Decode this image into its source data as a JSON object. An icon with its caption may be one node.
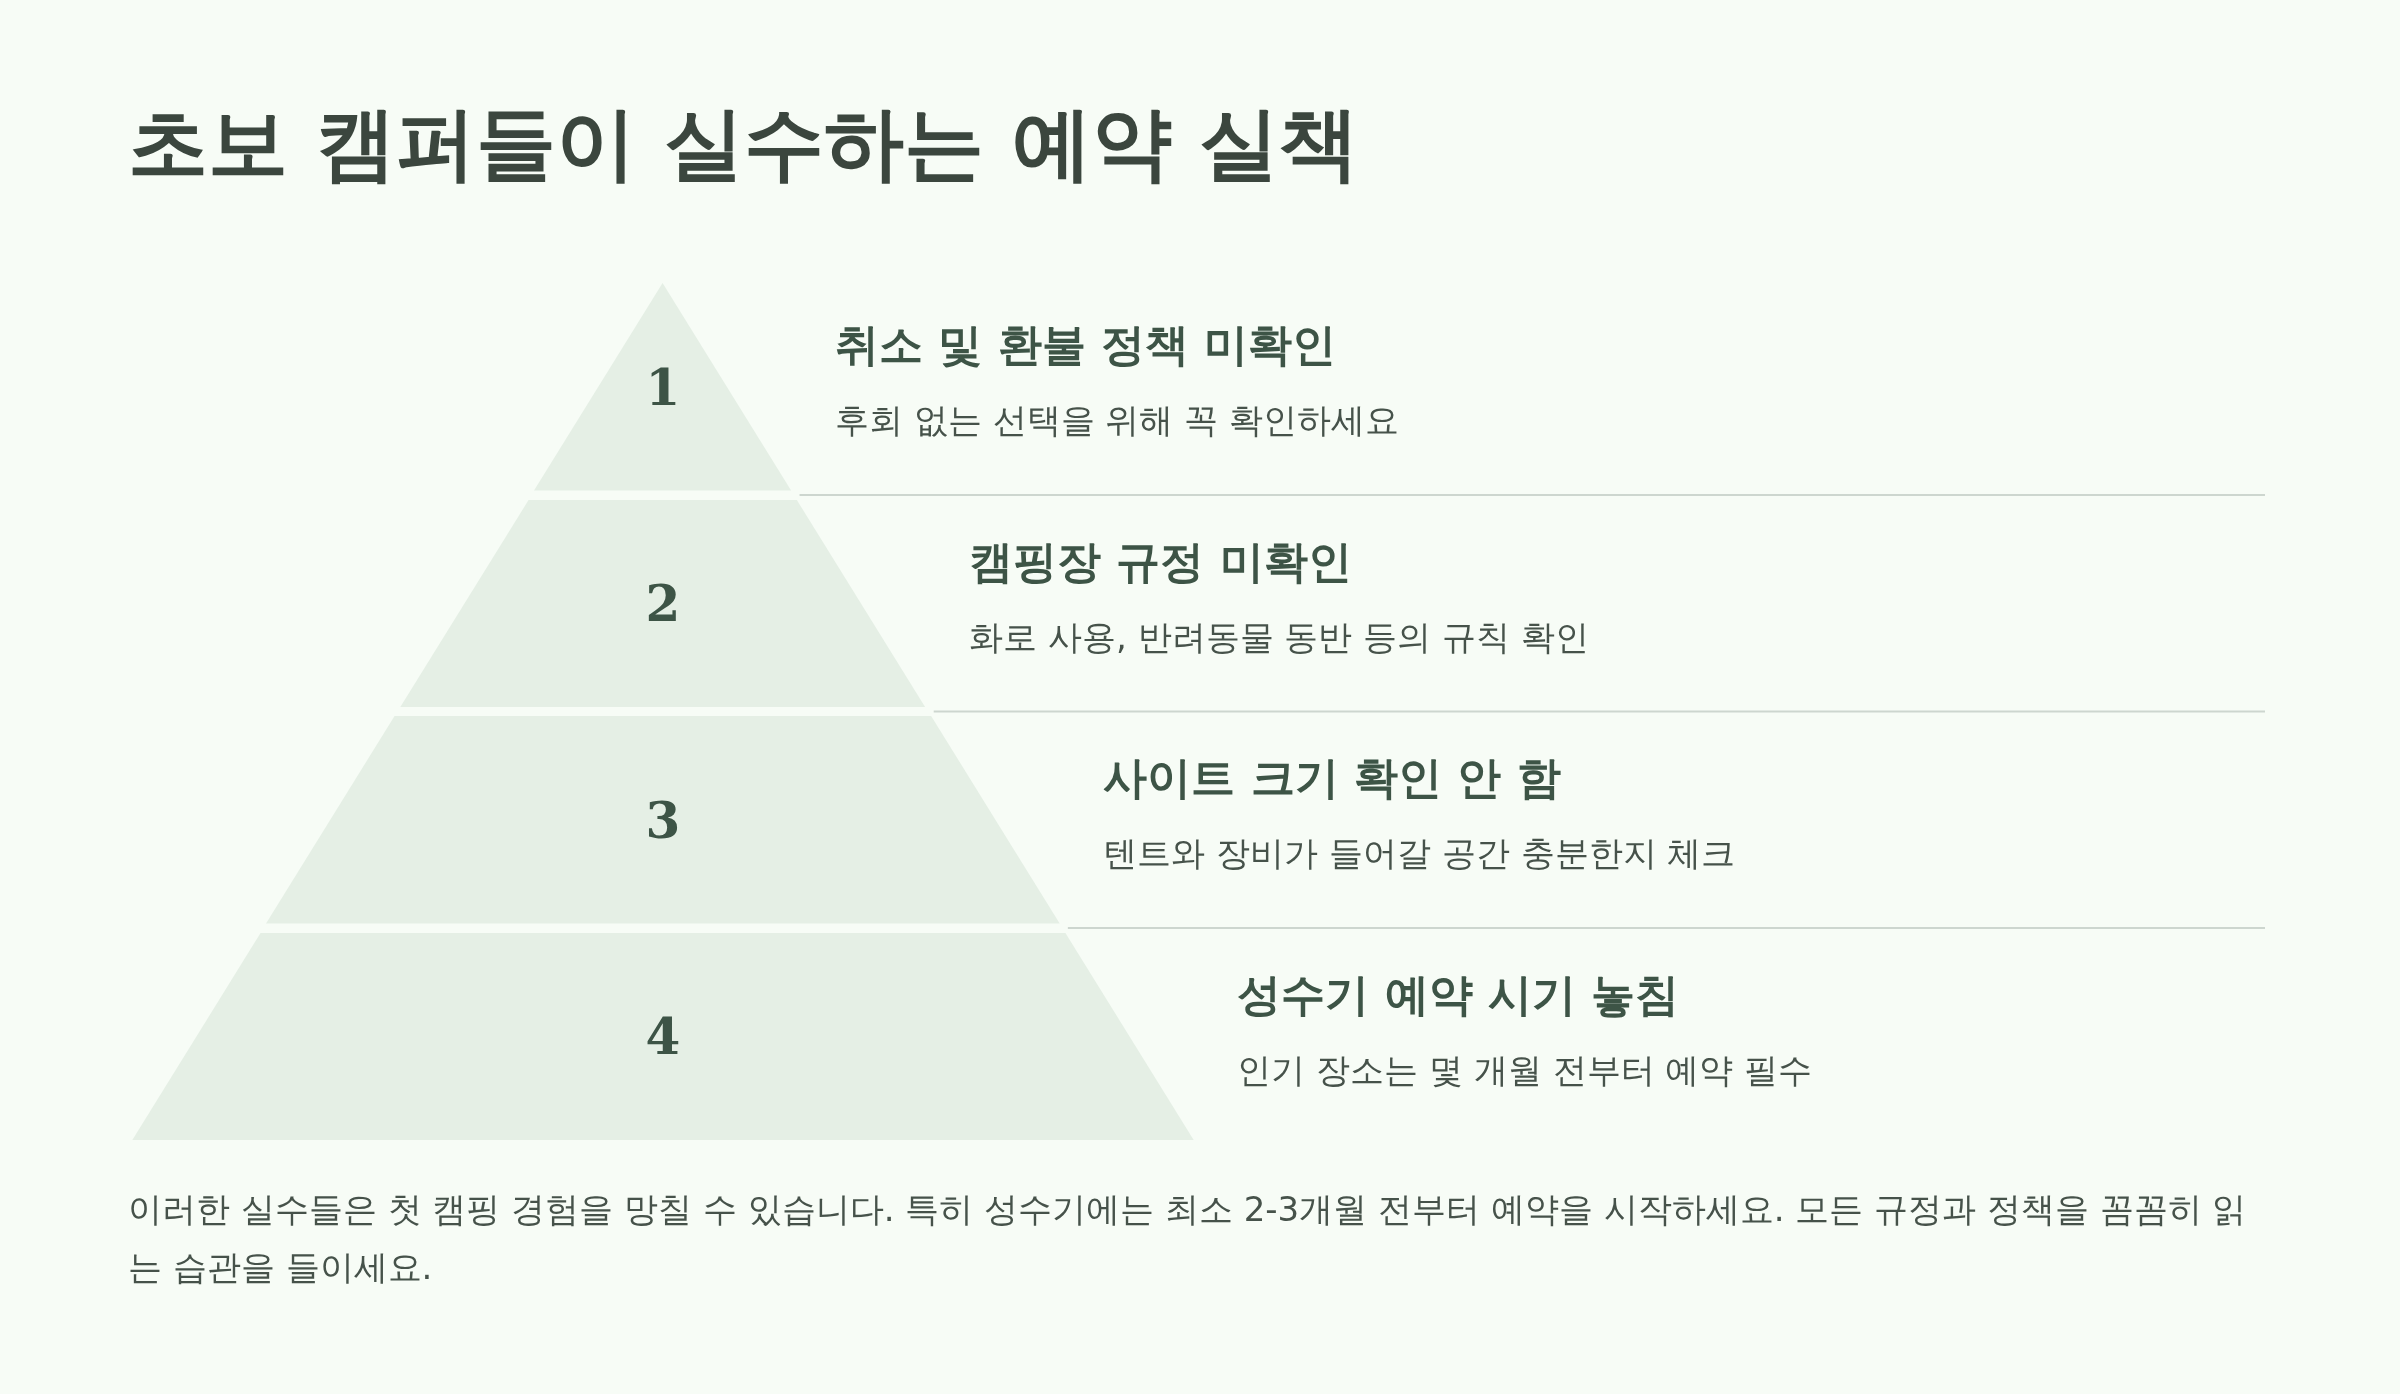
{
  "diagram": {
    "title": "초보 캠퍼들이 실수하는 예약 실책",
    "nodes": [
      {
        "text": [
          "1"
        ],
        "beside": [
          "취소 및 환불 정책 미확인",
          "후회 없는 선택을 위해 꼭 확인하세요"
        ]
      },
      {
        "text": [
          "2"
        ],
        "beside": [
          "캠핑장 규정 미확인",
          "화로 사용, 반려동물 동반 등의 규칙 확인"
        ]
      },
      {
        "text": [
          "3"
        ],
        "beside": [
          "사이트 크기 확인 안 함",
          "텐트와 장비가 들어갈 공간 충분한지 체크"
        ]
      },
      {
        "text": [
          "4"
        ],
        "beside": [
          "성수기 예약 시기 놓침",
          "인기 장소는 몇 개월 전부터 예약 필수"
        ]
      }
    ],
    "caption": "이러한 실수들은 첫 캠핑 경험을 망칠 수 있습니다. 특히 성수기에는 최소 2-3개월 전부터 예약을 시작하세요. 모든 규정과 정책을 꼼꼼히 읽는 습관을 들이세요."
  }
}
